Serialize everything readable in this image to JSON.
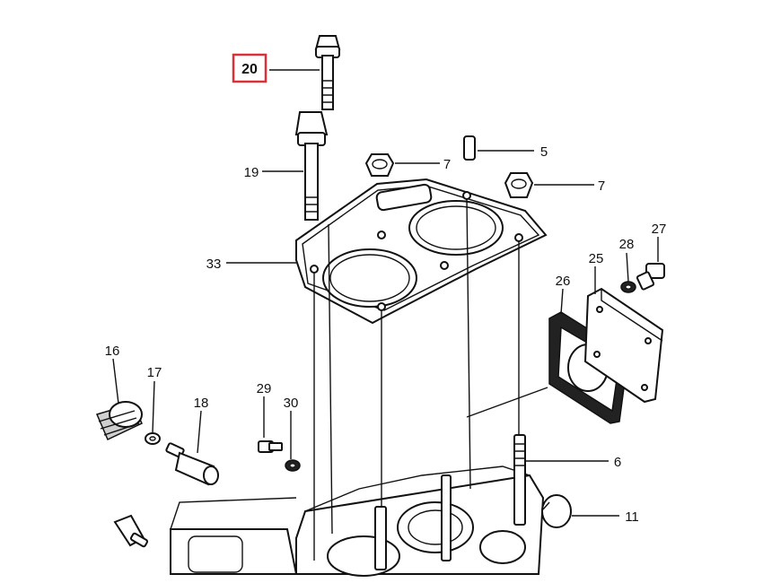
{
  "diagram": {
    "labels": {
      "p20": "20",
      "p19": "19",
      "p5": "5",
      "p7a": "7",
      "p7b": "7",
      "p33": "33",
      "p27": "27",
      "p28": "28",
      "p25": "25",
      "p26": "26",
      "p16": "16",
      "p17": "17",
      "p18": "18",
      "p29": "29",
      "p30": "30",
      "p6": "6",
      "p11": "11"
    },
    "highlight_color": "#d9303a"
  }
}
